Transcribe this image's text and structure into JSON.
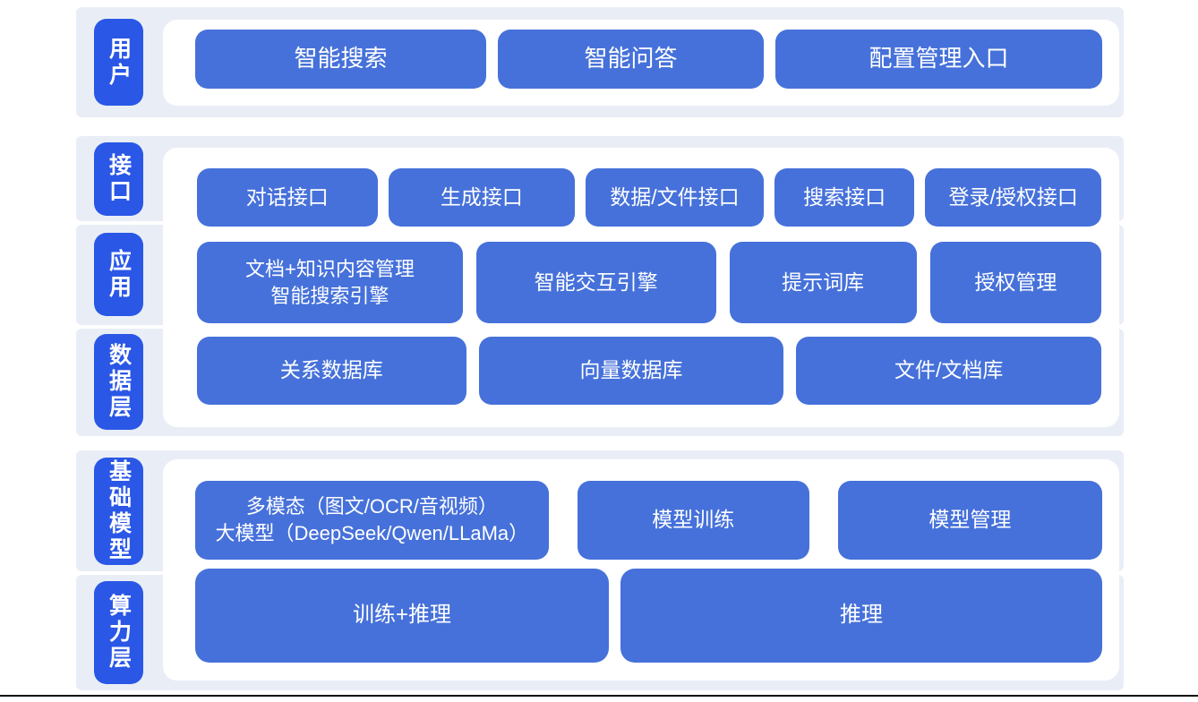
{
  "colors": {
    "label_blue": "#2a57e6",
    "box_blue": "#4671da",
    "strip_bg": "#e9eef6",
    "panel_bg": "#ffffff",
    "text_white": "#ffffff",
    "bottom_line": "#0d0d0d"
  },
  "groups": {
    "user": {
      "labels": [
        {
          "text": "用户"
        }
      ],
      "rows": [
        {
          "boxes": [
            {
              "text": "智能搜索"
            },
            {
              "text": "智能问答"
            },
            {
              "text": "配置管理入口"
            }
          ]
        }
      ]
    },
    "middle": {
      "labels": [
        {
          "text": "接口"
        },
        {
          "text": "应用"
        },
        {
          "text": "数据层"
        }
      ],
      "rows": [
        {
          "boxes": [
            {
              "text": "对话接口"
            },
            {
              "text": "生成接口"
            },
            {
              "text": "数据/文件接口"
            },
            {
              "text": "搜索接口"
            },
            {
              "text": "登录/授权接口"
            }
          ]
        },
        {
          "boxes": [
            {
              "line1": "文档+知识内容管理",
              "line2": "智能搜索引擎"
            },
            {
              "text": "智能交互引擎"
            },
            {
              "text": "提示词库"
            },
            {
              "text": "授权管理"
            }
          ]
        },
        {
          "boxes": [
            {
              "text": "关系数据库"
            },
            {
              "text": "向量数据库"
            },
            {
              "text": "文件/文档库"
            }
          ]
        }
      ]
    },
    "base": {
      "labels": [
        {
          "text": "基础模型"
        },
        {
          "text": "算力层"
        }
      ],
      "rows": [
        {
          "boxes": [
            {
              "line1": "多模态（图文/OCR/音视频）",
              "line2": "大模型（DeepSeek/Qwen/LLaMa）"
            },
            {
              "text": "模型训练"
            },
            {
              "text": "模型管理"
            }
          ]
        },
        {
          "boxes": [
            {
              "text": "训练+推理"
            },
            {
              "text": "推理"
            }
          ]
        }
      ]
    }
  }
}
